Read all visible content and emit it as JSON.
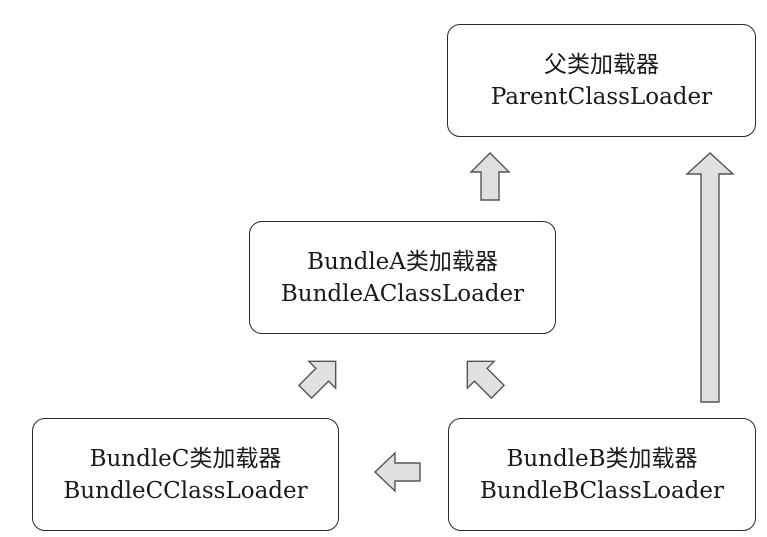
{
  "boxes": {
    "parent": {
      "line1": "父类加载器",
      "line2": "ParentClassLoader"
    },
    "bundle_a": {
      "line1": "BundleA类加载器",
      "line2": "BundleAClassLoader"
    },
    "bundle_b": {
      "line1": "BundleB类加载器",
      "line2": "BundleBClassLoader"
    },
    "bundle_c": {
      "line1": "BundleC类加载器",
      "line2": "BundleCClassLoader"
    }
  },
  "arrows": [
    {
      "from": "bundle_a",
      "to": "parent"
    },
    {
      "from": "bundle_b",
      "to": "parent"
    },
    {
      "from": "bundle_c",
      "to": "bundle_a"
    },
    {
      "from": "bundle_b",
      "to": "bundle_a"
    },
    {
      "from": "bundle_b",
      "to": "bundle_c"
    }
  ],
  "colors": {
    "arrow_fill": "#e0e0e0",
    "arrow_stroke": "#555555",
    "box_border": "#2a2a2a"
  }
}
